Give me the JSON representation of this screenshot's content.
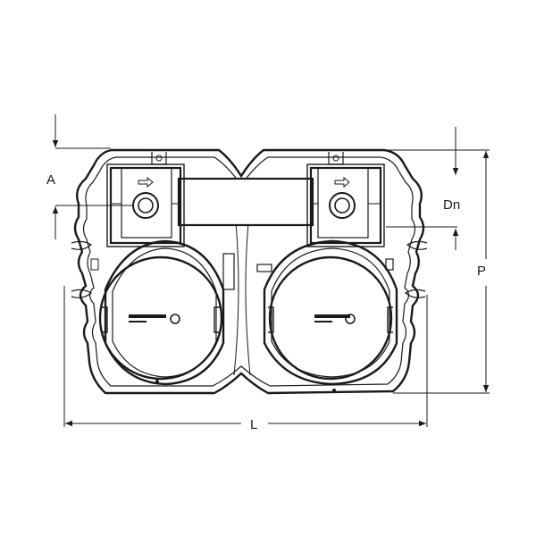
{
  "diagram": {
    "dimensions": {
      "A": "A",
      "Dn": "Dn",
      "P": "P",
      "L": "L"
    },
    "colors": {
      "ink": "#1a1a1a",
      "background": "#ffffff",
      "pipe_band": "#ffffff"
    },
    "icons": {
      "inlet_arrow": "arrow-right-outline-icon"
    }
  }
}
